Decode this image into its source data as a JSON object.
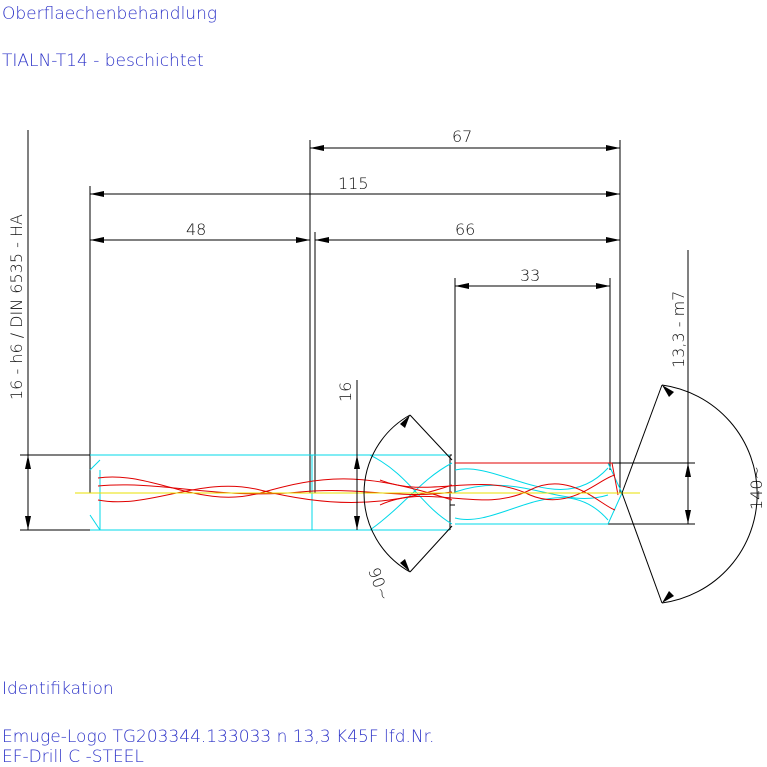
{
  "header": {
    "surface_label": "Oberflaechenbehandlung",
    "coating_label": "TIALN-T14    -  beschichtet"
  },
  "dimensions": {
    "d_67": "67",
    "d_115": "115",
    "d_48": "48",
    "d_66": "66",
    "d_33": "33",
    "d_16": "16",
    "shank_tolerance": "16  -  h6  /  DIN 6535  -  HA",
    "drill_diameter": "13,3  -  m7",
    "angle_90": "90~",
    "angle_140": "140~"
  },
  "footer": {
    "ident_label": "Identifikation",
    "ident_line1": "Emuge-Logo    TG203344.133033    n 13,3    K45F    lfd.Nr.",
    "ident_line2": "EF-Drill C    -STEEL"
  },
  "colors": {
    "text_blue": "#2d33c8",
    "cyan": "#00d8e8",
    "red": "#e00000",
    "yellow": "#e8e000"
  }
}
